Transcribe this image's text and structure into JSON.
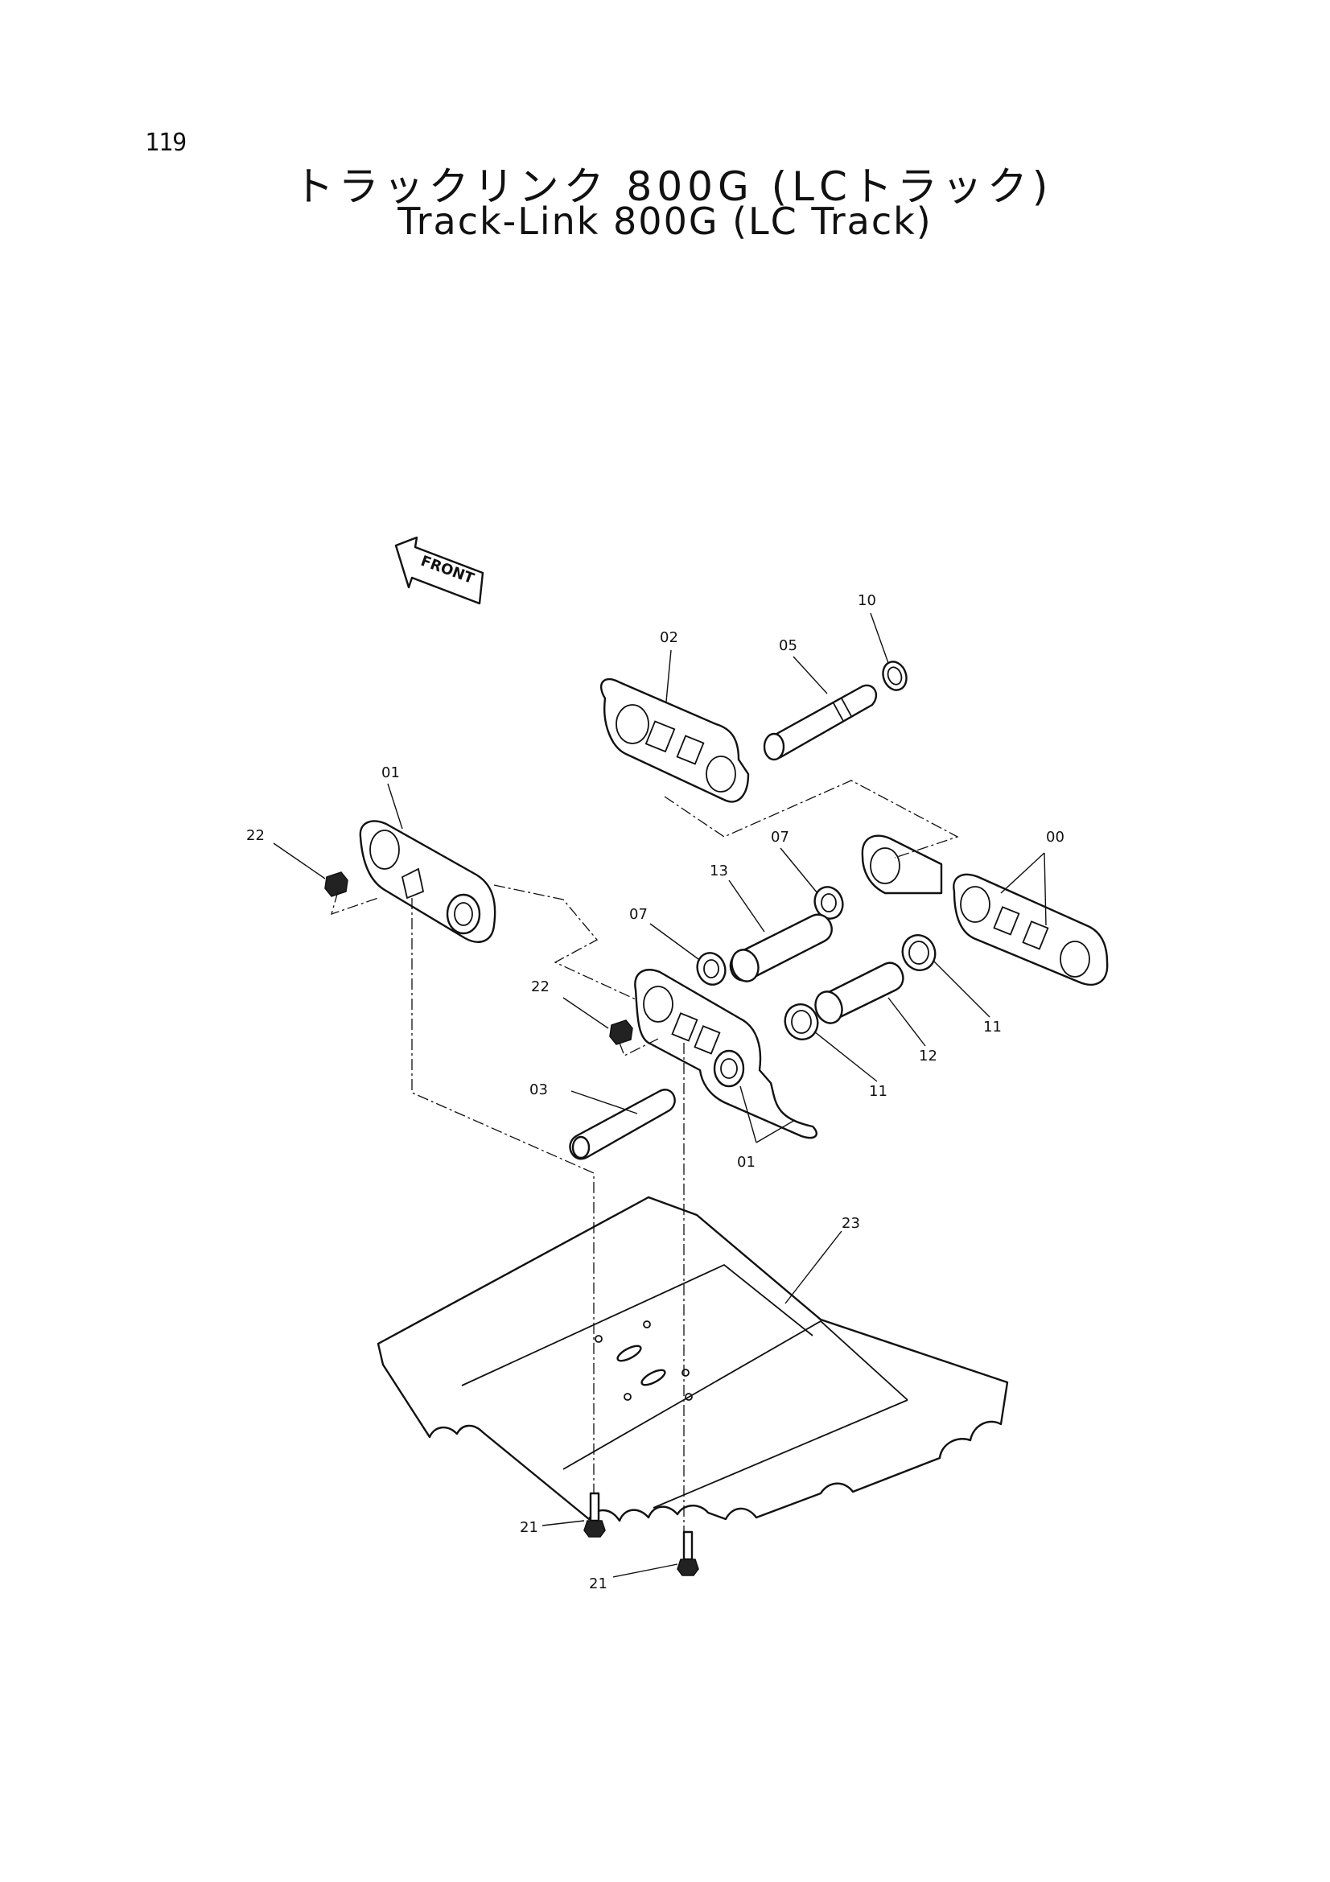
{
  "page": {
    "number": "119",
    "title_jp": "トラックリンク 800G (LCトラック)",
    "title_en": "Track-Link 800G (LC Track)"
  },
  "front_arrow": {
    "label": "FRONT"
  },
  "callouts": {
    "c00": "00",
    "c01a": "01",
    "c01b": "01",
    "c02": "02",
    "c03": "03",
    "c05": "05",
    "c07a": "07",
    "c07b": "07",
    "c10": "10",
    "c11a": "11",
    "c11b": "11",
    "c12": "12",
    "c13": "13",
    "c21a": "21",
    "c21b": "21",
    "c22a": "22",
    "c22b": "22",
    "c23": "23"
  }
}
